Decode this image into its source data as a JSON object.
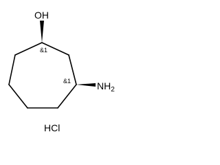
{
  "molecule": {
    "hydroxyl_label": "OH",
    "amine_label": "NH",
    "amine_subscript": "2",
    "stereo_c1": "&1",
    "stereo_c3": "&1",
    "salt": "HCl"
  },
  "colors": {
    "bond": "#000000",
    "text": "#000000",
    "background": "#ffffff"
  }
}
